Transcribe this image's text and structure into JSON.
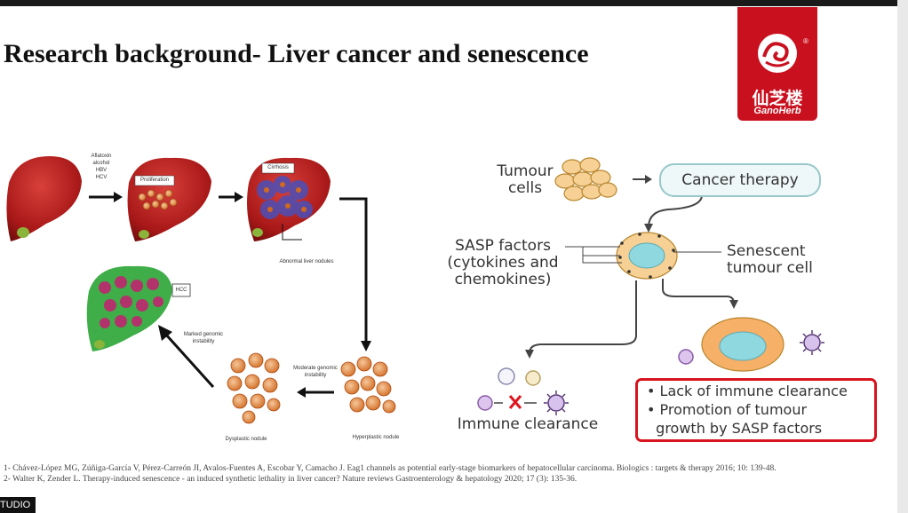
{
  "title": "Research background- Liver cancer and senescence",
  "logo": {
    "chinese": "仙芝楼",
    "english": "GanoHerb",
    "registered": "®"
  },
  "liver_diagram": {
    "risk_factors": [
      "Aflatoxin",
      "alcohol",
      "HBV",
      "HCV"
    ],
    "proliferation": "Proliferation",
    "cirrhosis": "Cirrhosis",
    "abnormal_nodules": "Abnormal liver nodules",
    "hyperplastic": "Hyperplastic nodule",
    "moderate_instability": [
      "Moderate genomic",
      "instability"
    ],
    "dysplastic": "Dysplastic nodule",
    "marked_instability": [
      "Marked genomic",
      "instability"
    ],
    "hcc": "HCC"
  },
  "senescence_diagram": {
    "tumour_cells": [
      "Tumour",
      "cells"
    ],
    "cancer_therapy": "Cancer therapy",
    "sasp_factors": [
      "SASP factors",
      "(cytokines and",
      "chemokines)"
    ],
    "senescent_cell": [
      "Senescent",
      "tumour cell"
    ],
    "immune_clearance": "Immune clearance",
    "outcomes": [
      "• Lack of immune clearance",
      "• Promotion of tumour",
      "  growth by SASP factors"
    ]
  },
  "references": [
    "1- Chávez-López MG, Zúñiga-García V, Pérez-Carreón JI, Avalos-Fuentes A, Escobar Y, Camacho J. Eag1 channels as potential early-stage biomarkers of hepatocellular carcinoma. Biologics : targets & therapy 2016; 10: 139-48.",
    "2- Walter K, Zender L. Therapy-induced senescence - an induced synthetic lethality in liver cancer? Nature reviews Gastroenterology & hepatology 2020; 17 (3): 135-36."
  ],
  "watermark": "TUDIO",
  "colors": {
    "liver": "#b51c1c",
    "logo_red": "#c8101e",
    "outcome_border": "#d7141f",
    "therapy_border": "#9ac7c9"
  }
}
